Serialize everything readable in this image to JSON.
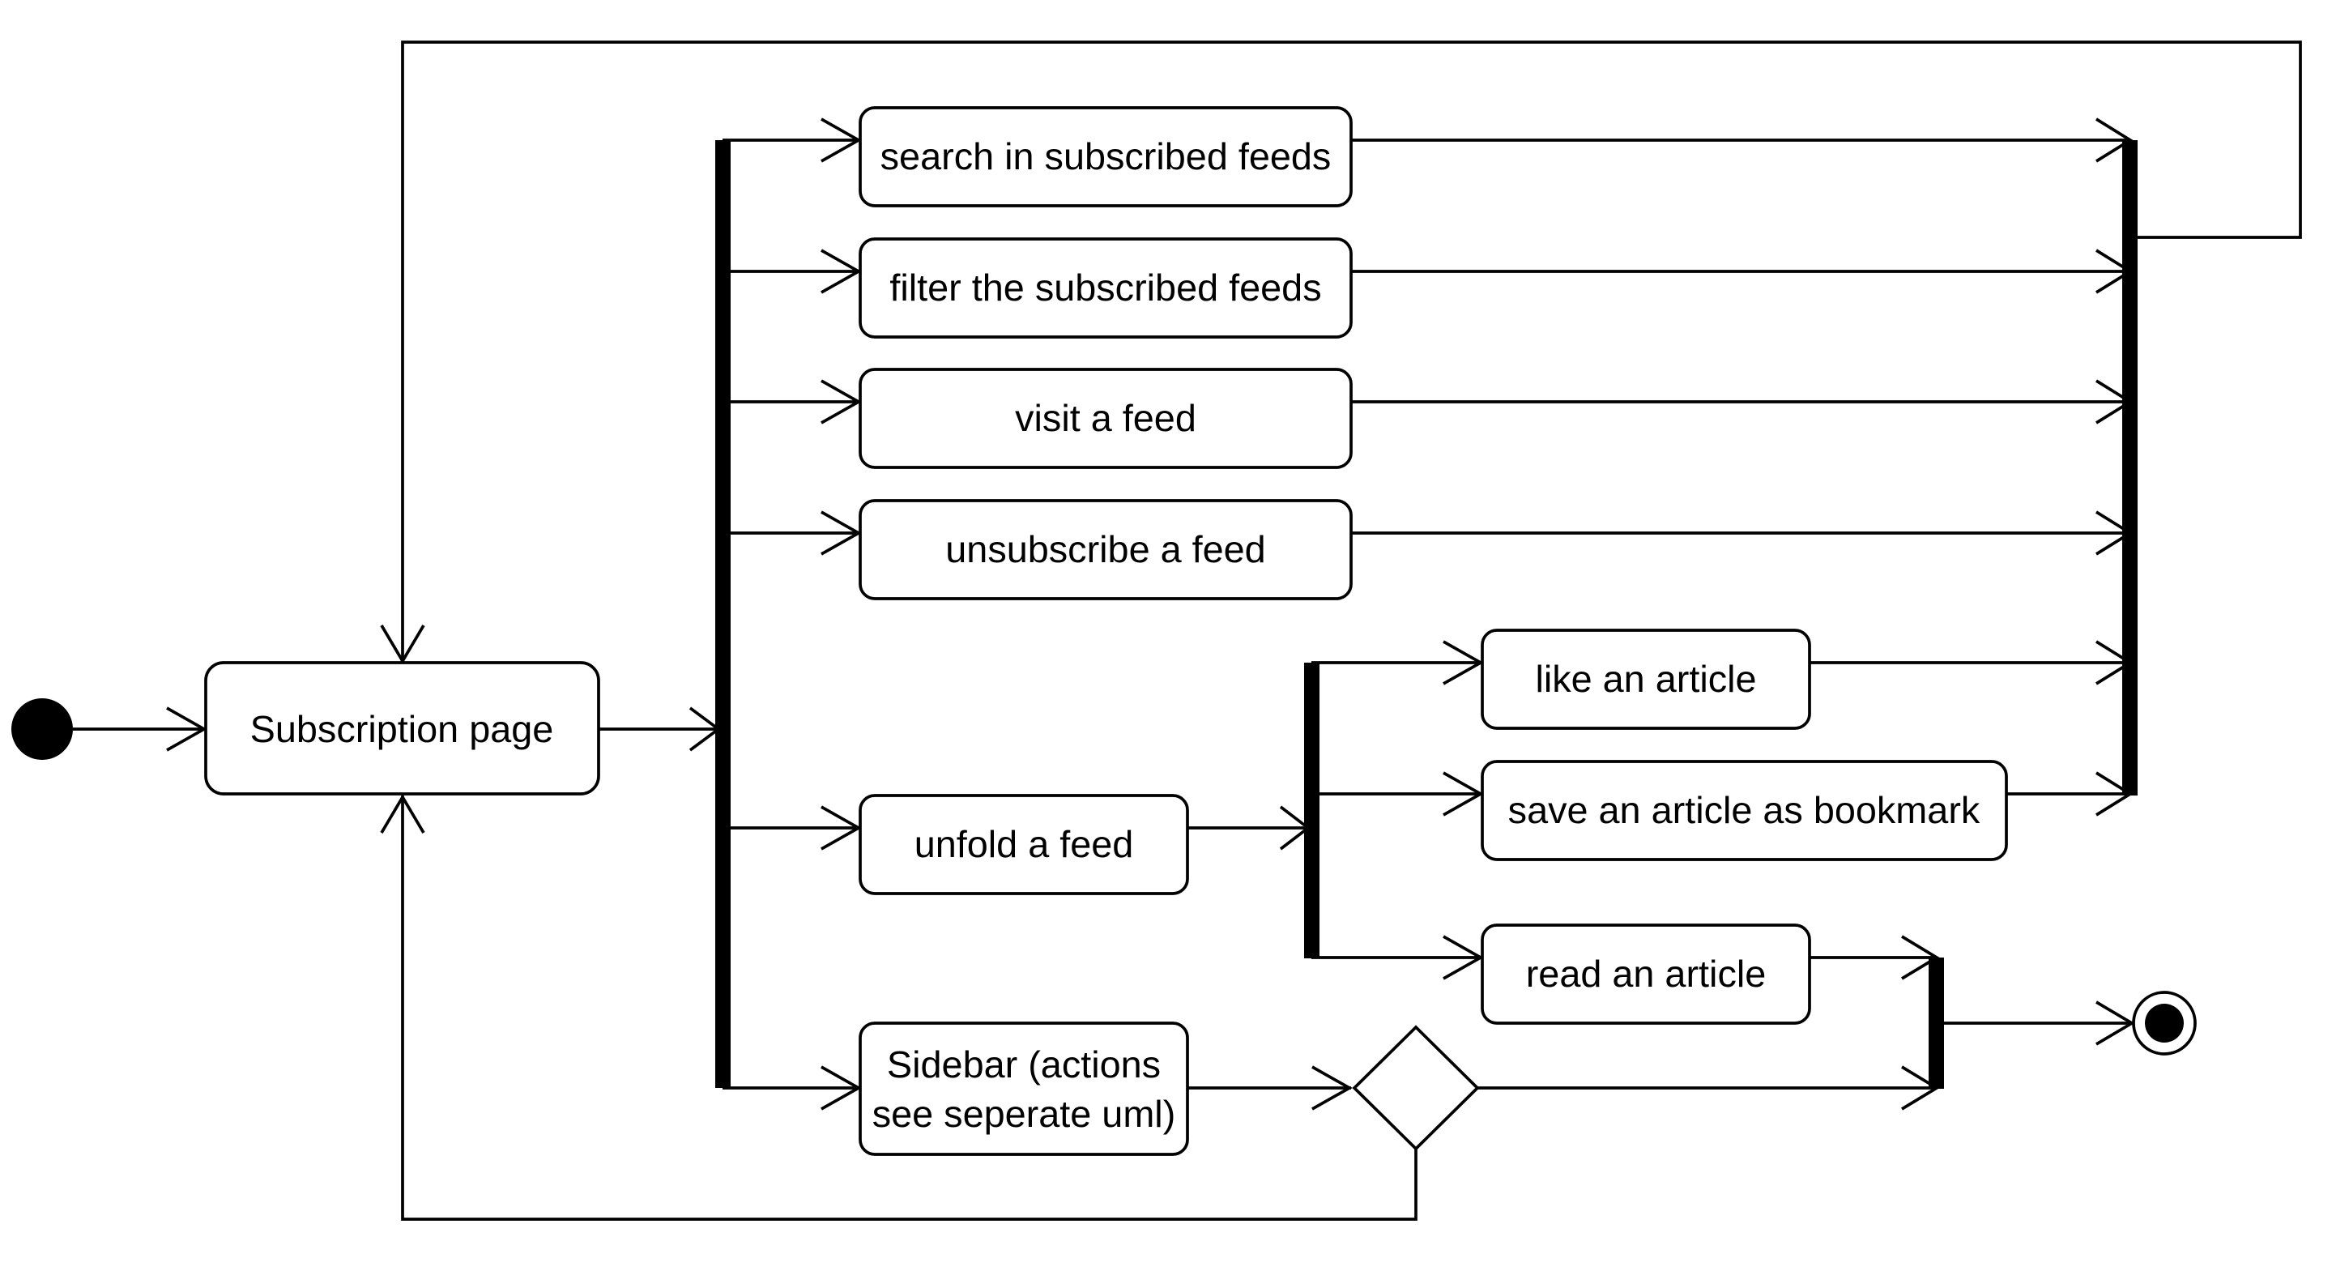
{
  "nodes": {
    "subscription_page": "Subscription page",
    "search": "search in subscribed feeds",
    "filter": "filter the subscribed feeds",
    "visit": "visit a feed",
    "unsubscribe": "unsubscribe a feed",
    "unfold": "unfold a feed",
    "sidebar_line1": "Sidebar (actions",
    "sidebar_line2": "see seperate uml)",
    "like": "like an article",
    "bookmark": "save an article as bookmark",
    "read": "read an article"
  }
}
